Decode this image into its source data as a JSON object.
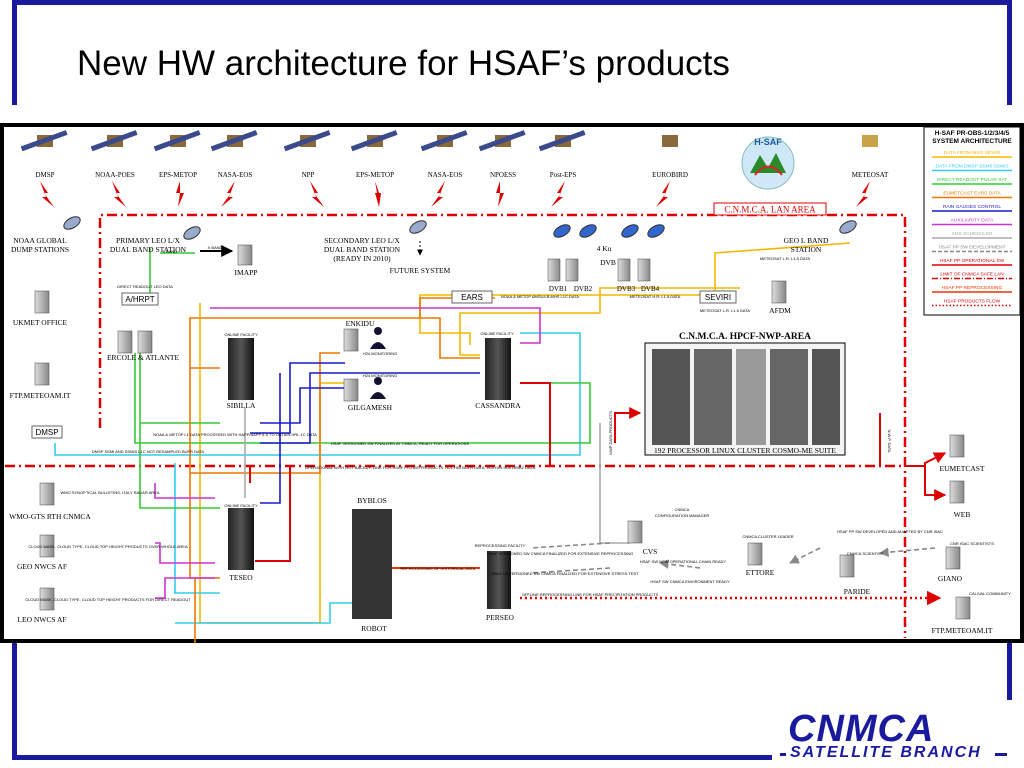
{
  "slide": {
    "title": "New HW architecture for HSAF’s products",
    "accent_color": "#1a1a9e"
  },
  "logo": {
    "main": "CNMCA",
    "sub": "SATELLITE BRANCH"
  },
  "satellites": [
    "DMSP",
    "NOAA-POES",
    "EPS-METOP",
    "NASA-EOS",
    "NPP",
    "EPS-METOP",
    "NASA-EOS",
    "NPOESS",
    "Post-EPS",
    "EUROBIRD",
    "METEOSAT"
  ],
  "hsaf_logo_text": "H-SAF",
  "areas": {
    "lan": "C.N.M.C.A. LAN AREA",
    "hpcf": "C.N.M.C.A. HPCF-NWP-AREA",
    "cluster": "192 PROCESSOR LINUX CLUSTER COSMO-ME SUITE"
  },
  "left_column": {
    "noaa_global_line1": "NOAA GLOBAL",
    "noaa_global_line2": "DUMP STATIONS",
    "ukmet": "UKMET OFFICE",
    "ftp_meteoam": "FTP.METEOAM.IT",
    "dmsp_box": "DMSP",
    "wmo_gts": "WMO-GTS RTH CNMCA",
    "geo_nwcsaf": "GEO NWCS AF",
    "leo_nwcsaf": "LEO NWCS AF"
  },
  "stations": {
    "primary_leo_line1": "PRIMARY LEO L/X",
    "primary_leo_line2": "DUAL BAND STATION",
    "secondary_leo_line1": "SECONDARY LEO L/X",
    "secondary_leo_line2": "DUAL BAND STATION",
    "secondary_leo_line3": "(READY IN 2010)",
    "future_system": "FUTURE SYSTEM",
    "imapp": "IMAPP",
    "xband": "X BAND",
    "lband": "L BAND",
    "ahrpt": "A/HRPT",
    "ercole": "ERCOLE & ATLANTE",
    "ears": "EARS",
    "ku4": "4 Ku",
    "dvb": "DVB",
    "dvb1": "DVB1",
    "dvb2": "DVB2",
    "dvb3": "DVB3",
    "dvb4": "DVB4",
    "geo_l_line1": "GEO L BAND",
    "geo_l_line2": "STATION",
    "seviri": "SEVIRI",
    "afdm": "AFDM"
  },
  "servers": {
    "sibilla": "SIBILLA",
    "enkidu": "ENKIDU",
    "gilgamesh": "GILGAMESH",
    "cassandra": "CASSANDRA",
    "teseo": "TESEO",
    "byblos": "BYBLOS",
    "robot": "ROBOT",
    "perseo": "PERSEO",
    "cvs": "CVS",
    "ettore": "ETTORE",
    "paride": "PARIDE",
    "giano": "GIANO",
    "eumetcast": "EUMETCAST",
    "web": "WEB",
    "ftp_meteoam": "FTP.METEOAM.IT",
    "online_facility": "ONLINE FACILITY",
    "reprocessing_facility": "REPROCESSING FACILITY",
    "h24_monitoring": "H24 MONITORING"
  },
  "small_labels": {
    "direct_readout": "DIRECT READOUT LEO DATA",
    "ears_data": "NOAA & METOP AMSU/LB,MHS L1C DATA",
    "meteosat_hrit": "METEOSAT H.R. L1.5 DATA",
    "meteosat_lrit_l15": "METEOSAT L.R. L1.5 DATA",
    "meteosat_lrit_ls": "METEOSAT L.R. L1.5 DATA",
    "noaa_metop_l1": "NOAA & METOP L1 DATA PROCESSED WITH   HAPP/AAPP 6.X TO OBTAIN HRL 1C DATA",
    "dmsp_ssmi": "DMSP SSMI AND SSMIS L1C NOT RESAMPLED BUFR DATA",
    "versioned_ready": "HSAF VERSIONED SW FINALIZED AT CNMCA, READY FOR OPERATIONS",
    "operational_line": "OPERATIONAL WITH HOT BACKUP, LINE FOR HSAF PR-OBS PRODUCTS: H01,H02 BUFR DATA, H03 H04 H05 GRIB2 DATA",
    "wmo_synoptic": "WMO SYNOPTICAL BULLETINS, ITALY RADAR AREA",
    "cloud_mask_geo": "CLOUD MASK, CLOUD TYPE, CLOUD TOP HEIGHT PRODUCTS OVER WHOLE AREA",
    "cloud_mask_leo": "CLOUD MASK, CLOUD TYPE, CLOUD TOP HEIGHT PRODUCTS FOR DIRECT READOUT",
    "reprocessing_historical": "REPROCESSING OF HISTORICAL DATA",
    "versioned_extensive": "HSAF VERSIONED SW CNMCA FINALIZED FOR EXTENSIVE REPROCESSING",
    "unversioned_stress": "HSAF UNVERSIONED SW CNMCA FINALIZED FOR EXTENSIVE STRESS TEST",
    "offline_reprocessing": "OFFLINE REPROCESSING LINE FOR HSAF PRECIPITATION PRODUCTS",
    "config_manager_line1": "CNMCA",
    "config_manager_line2": "CONFIGURATION MANAGER",
    "sw_new_operational": "HSAF SW NEW OPERATIONAL CHAIN READY",
    "sw_cnmca_environment": "HSAF SW CNMCA ENVIRONMENT READY",
    "cluster_leader": "CNMCA CLUSTER LEADER",
    "cnmca_scientist": "CNMCA SCIENTIST",
    "sw_developed": "HSAF PP SW DEVELOPED AND ADAPTED BY CNR ISAC",
    "cnr_isac": "CNR ISAC SCIENTISTS",
    "cal_val": "CAL/VAL COMMUNITY",
    "nwp_left": "NWP DATA PRODUCTS",
    "nwp_right": "N.W.P. DATA"
  },
  "legend": {
    "title_line1": "H-SAF PR-OBS-1/2/3/4/5",
    "title_line2": "SYSTEM ARCHITECTURE",
    "items": [
      {
        "label": "DATA FROM MSG SEVIRI",
        "color": "#f2b800",
        "style": "solid"
      },
      {
        "label": "DATA FROM DMSP SSMI/ SSMIS",
        "color": "#33ccee",
        "style": "solid"
      },
      {
        "label": "DIRECT READOUT POLAR SAT",
        "color": "#33cc33",
        "style": "solid"
      },
      {
        "label": "EUMETCAST EARS DATA",
        "color": "#ee7700",
        "style": "solid"
      },
      {
        "label": "RAIN GAUGES CONTROL",
        "color": "#1a1acc",
        "style": "solid"
      },
      {
        "label": "AUXILIARITY DATA",
        "color": "#cc33cc",
        "style": "solid"
      },
      {
        "label": "SMS SCHEDULER",
        "color": "#aaaaaa",
        "style": "solid"
      },
      {
        "label": "HSAF PP SW DEVELOPMENT",
        "color": "#888888",
        "style": "dashed"
      },
      {
        "label": "HSAF PP OPERATIONAL SW",
        "color": "#dd0000",
        "style": "solid"
      },
      {
        "label": "LIMIT OF CNMCA SAFE LAN",
        "color": "#dd0000",
        "style": "dashdot"
      },
      {
        "label": "HSAF PP REPROCESSING",
        "color": "#ee3300",
        "style": "solid"
      },
      {
        "label": "HSAF PRODUCTS FLOW",
        "color": "#dd0000",
        "style": "dotted"
      }
    ]
  }
}
